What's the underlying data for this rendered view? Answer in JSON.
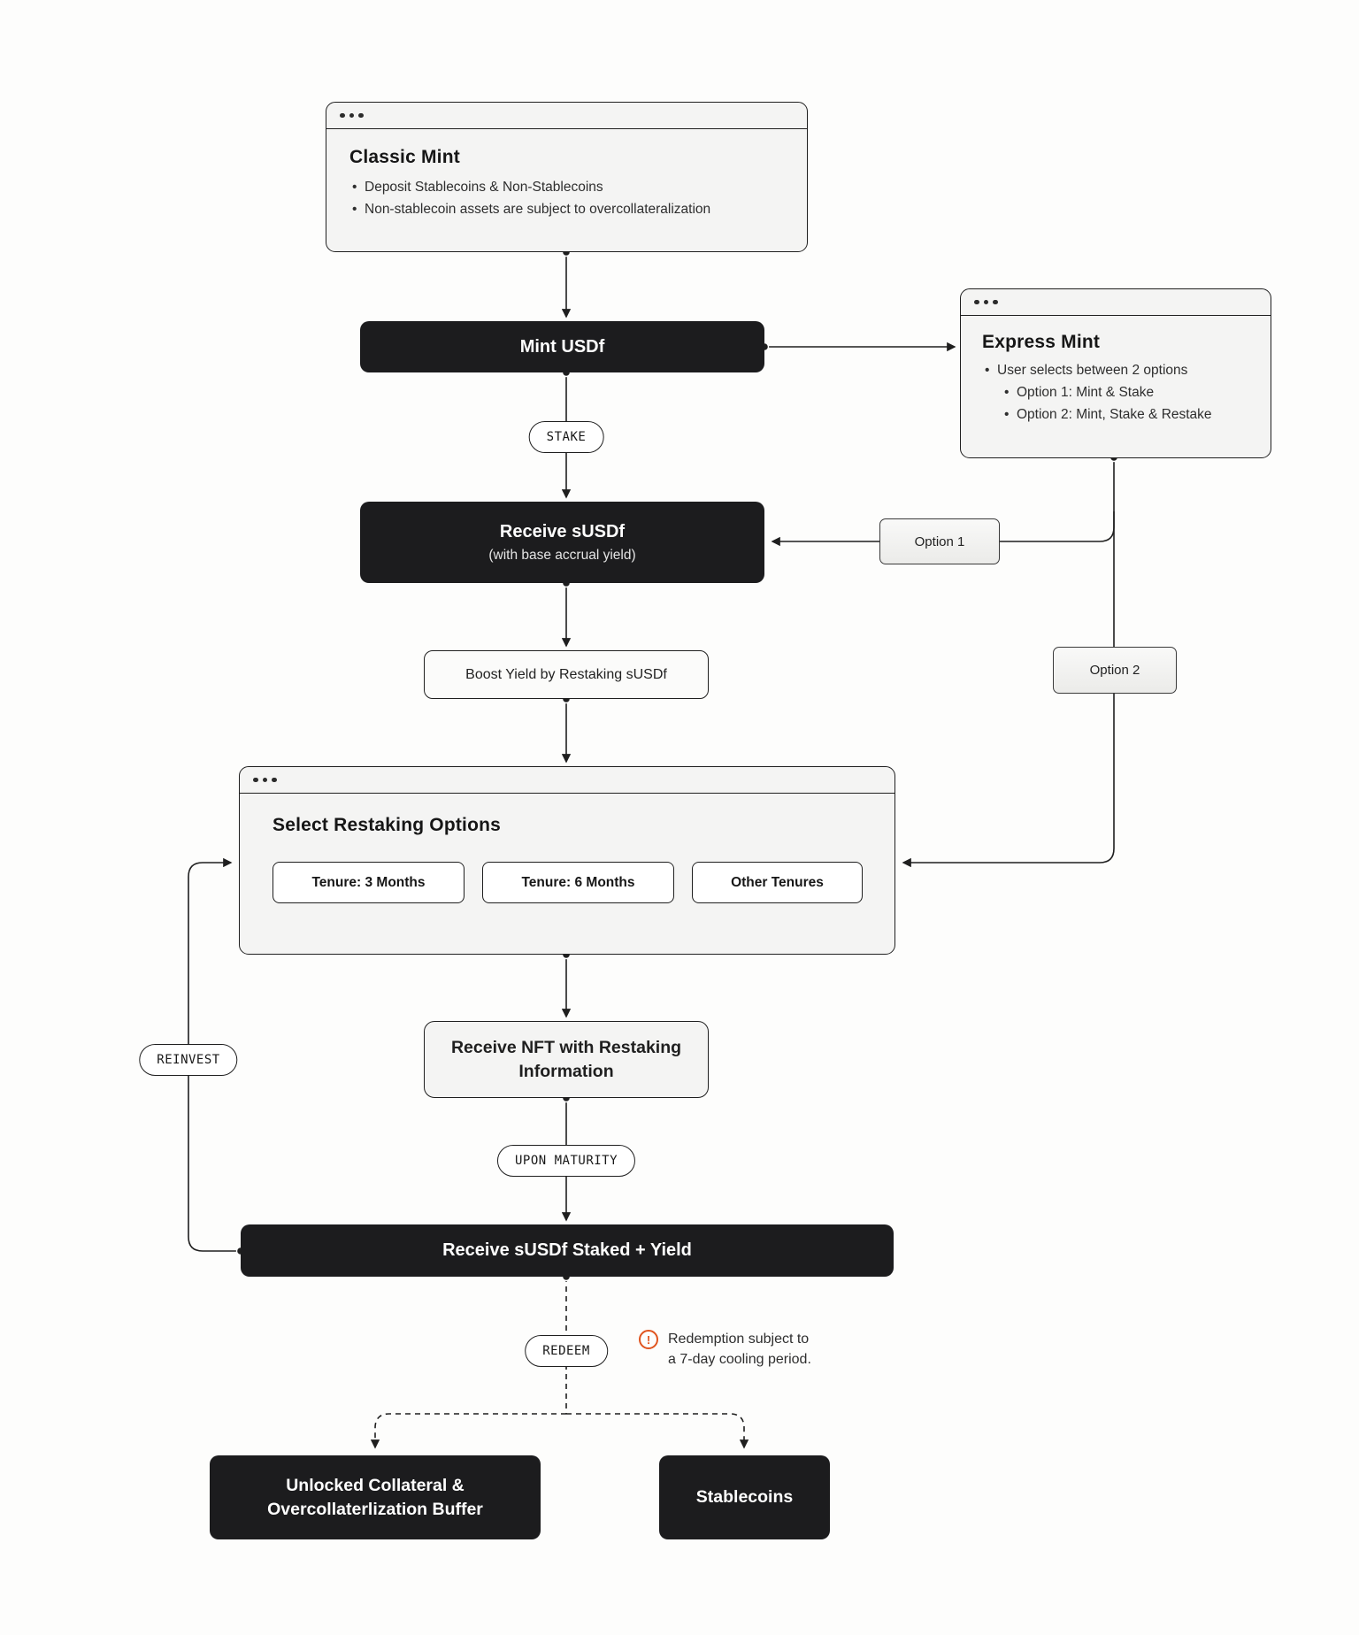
{
  "colors": {
    "ink": "#1f1f1f",
    "node-dark": "#1c1c1e",
    "card-bg": "#f4f4f3",
    "page-bg": "#fdfdfc",
    "warning": "#e0541e"
  },
  "nodes": {
    "classic_mint": {
      "title": "Classic Mint",
      "bullet1": "Deposit Stablecoins & Non-Stablecoins",
      "bullet2": "Non-stablecoin assets are subject to overcollateralization"
    },
    "mint_usdf": {
      "label": "Mint USDf"
    },
    "express_mint": {
      "title": "Express Mint",
      "bullet1": "User selects between 2 options",
      "sub1": "Option 1: Mint & Stake",
      "sub2": "Option 2: Mint, Stake & Restake"
    },
    "receive_susdf": {
      "label": "Receive sUSDf",
      "note": "(with base accrual yield)"
    },
    "boost_yield": {
      "label": "Boost Yield by Restaking sUSDf"
    },
    "select_restaking": {
      "title": "Select Restaking Options",
      "option1": "Tenure: 3 Months",
      "option2": "Tenure: 6 Months",
      "option3": "Other Tenures"
    },
    "receive_nft": {
      "label": "Receive NFT with Restaking Information"
    },
    "receive_staked": {
      "label": "Receive sUSDf Staked + Yield"
    },
    "unlocked_collateral": {
      "label": "Unlocked Collateral & Overcollaterlization Buffer"
    },
    "stablecoins": {
      "label": "Stablecoins"
    }
  },
  "edges": {
    "stake": "STAKE",
    "option1": "Option 1",
    "option2": "Option 2",
    "upon_maturity": "UPON MATURITY",
    "reinvest": "REINVEST",
    "redeem": "REDEEM"
  },
  "warning": {
    "icon": "!",
    "line1": "Redemption subject to",
    "line2": "a 7-day cooling period."
  }
}
